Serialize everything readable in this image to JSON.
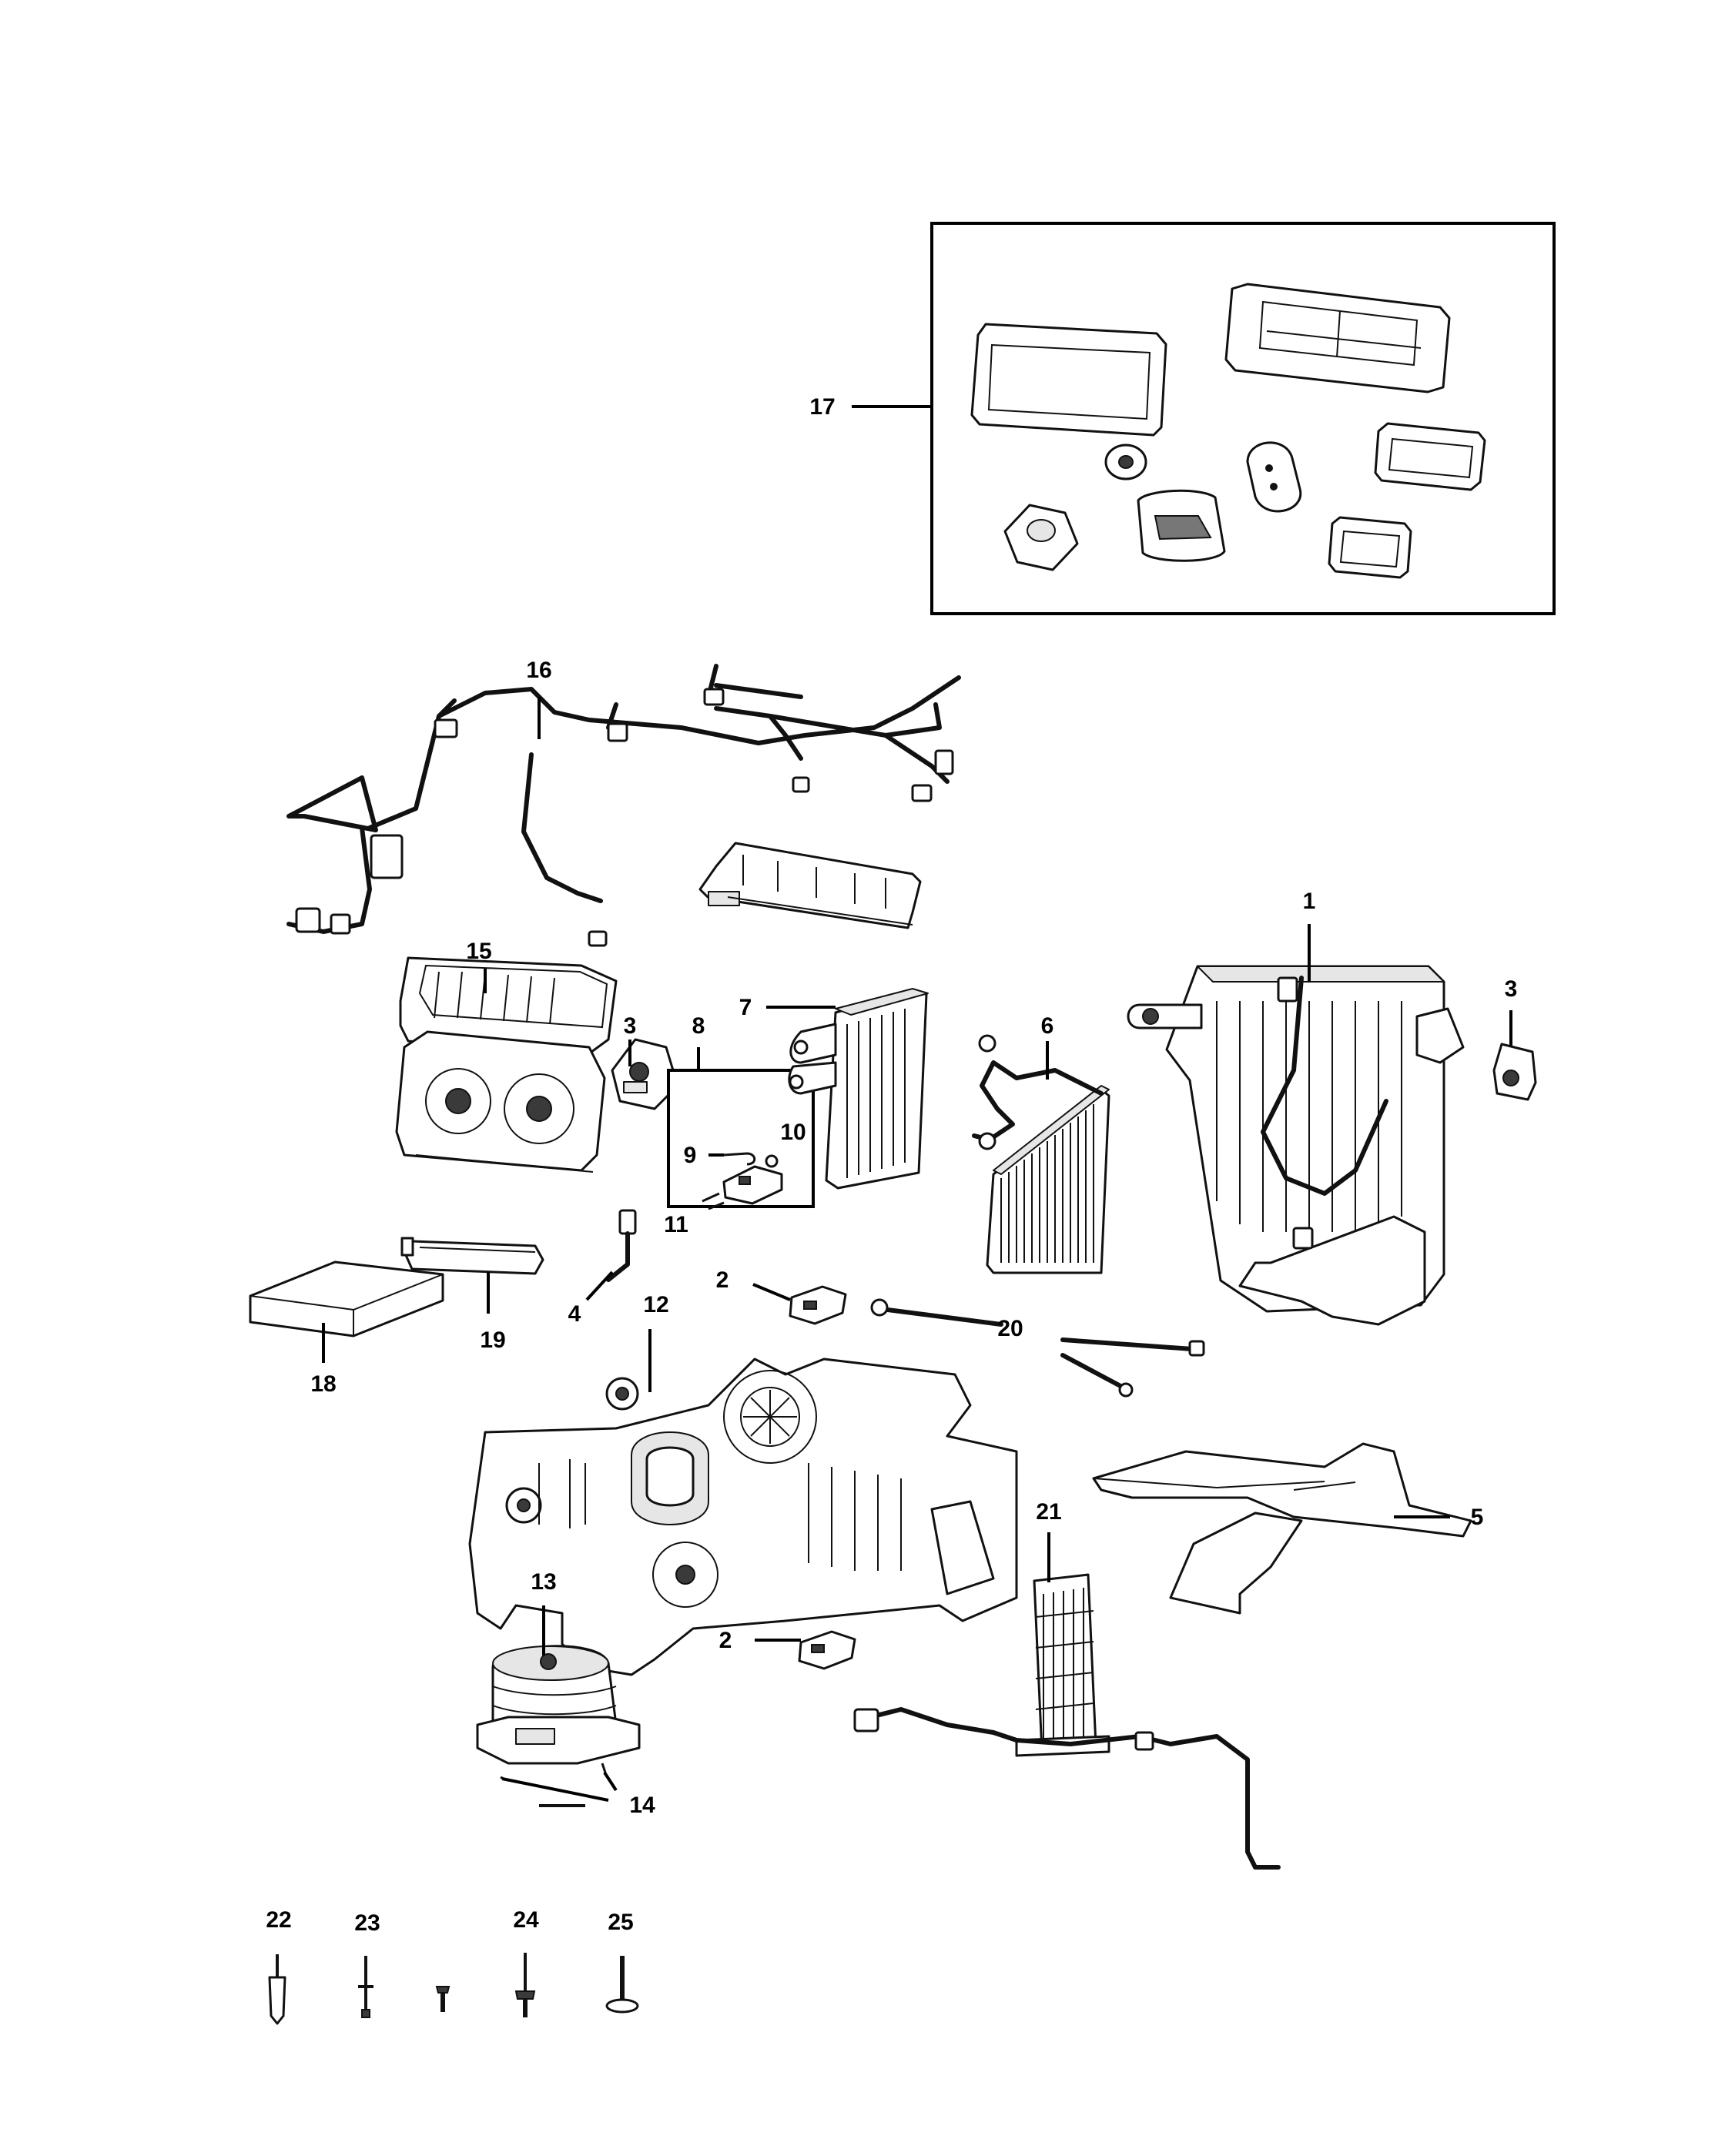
{
  "callouts": {
    "c1": "1",
    "c2a": "2",
    "c2b": "2",
    "c3a": "3",
    "c3b": "3",
    "c4": "4",
    "c5": "5",
    "c6": "6",
    "c7": "7",
    "c8": "8",
    "c9": "9",
    "c10": "10",
    "c11": "11",
    "c12": "12",
    "c13": "13",
    "c14": "14",
    "c15": "15",
    "c16": "16",
    "c17": "17",
    "c18": "18",
    "c19": "19",
    "c20": "20",
    "c21": "21",
    "c22": "22",
    "c23": "23",
    "c24": "24",
    "c25": "25"
  }
}
